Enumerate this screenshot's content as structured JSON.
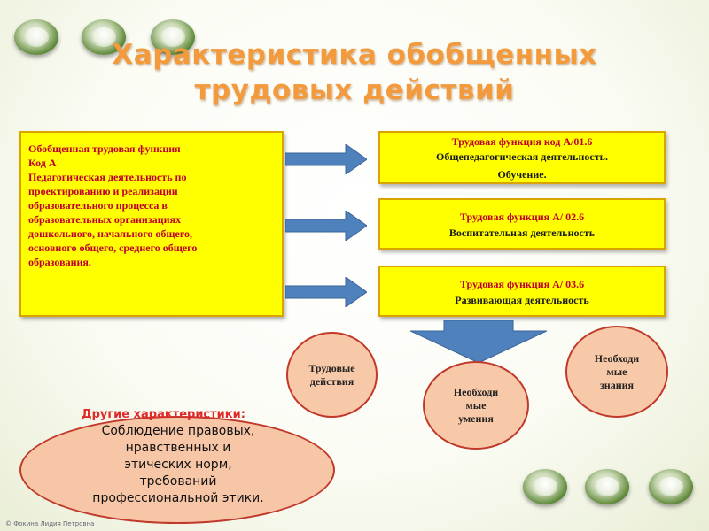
{
  "title": {
    "line1": "Характеристика обобщенных",
    "line2": "трудовых действий"
  },
  "main_box": {
    "line1": "Обобщенная  трудовая функция",
    "line2": "Код А",
    "body_lines": [
      "Педагогическая деятельность по",
      "проектированию и реализации",
      "образовательного процесса в",
      "образовательных организациях",
      "дошкольного, начального общего,",
      "основного общего, среднего общего",
      "образования."
    ]
  },
  "functions": [
    {
      "code": "Трудовая функция код А/01.6",
      "line2": "Общепедагогическая деятельность.",
      "line3": "Обучение."
    },
    {
      "code": "Трудовая функция А/ 02.6",
      "line2": "Воспитательная деятельность"
    },
    {
      "code": "Трудовая функция А/ 03.6",
      "line2": "Развивающая деятельность"
    }
  ],
  "ovals": {
    "actions": [
      "Трудовые",
      "действия"
    ],
    "skills": [
      "Необходи",
      "мые",
      "умения"
    ],
    "knowledge": [
      "Необходи",
      "мые",
      "знания"
    ]
  },
  "other": {
    "title": "Другие характеристики:",
    "lines": [
      "Соблюдение правовых,",
      "нравственных и",
      "этических норм,",
      "требований",
      "профессиональной этики."
    ]
  },
  "copyright": "© Фокина Лидия Петровна",
  "colors": {
    "title": "#f39a3c",
    "box_fill": "#ffff00",
    "box_border": "#d9a300",
    "red_text": "#c0002a",
    "arrow_blue": "#4f81bd",
    "oval_fill": "#f8c9a8",
    "oval_border": "#c0392b"
  },
  "icons": [
    "orb-button-icon"
  ]
}
